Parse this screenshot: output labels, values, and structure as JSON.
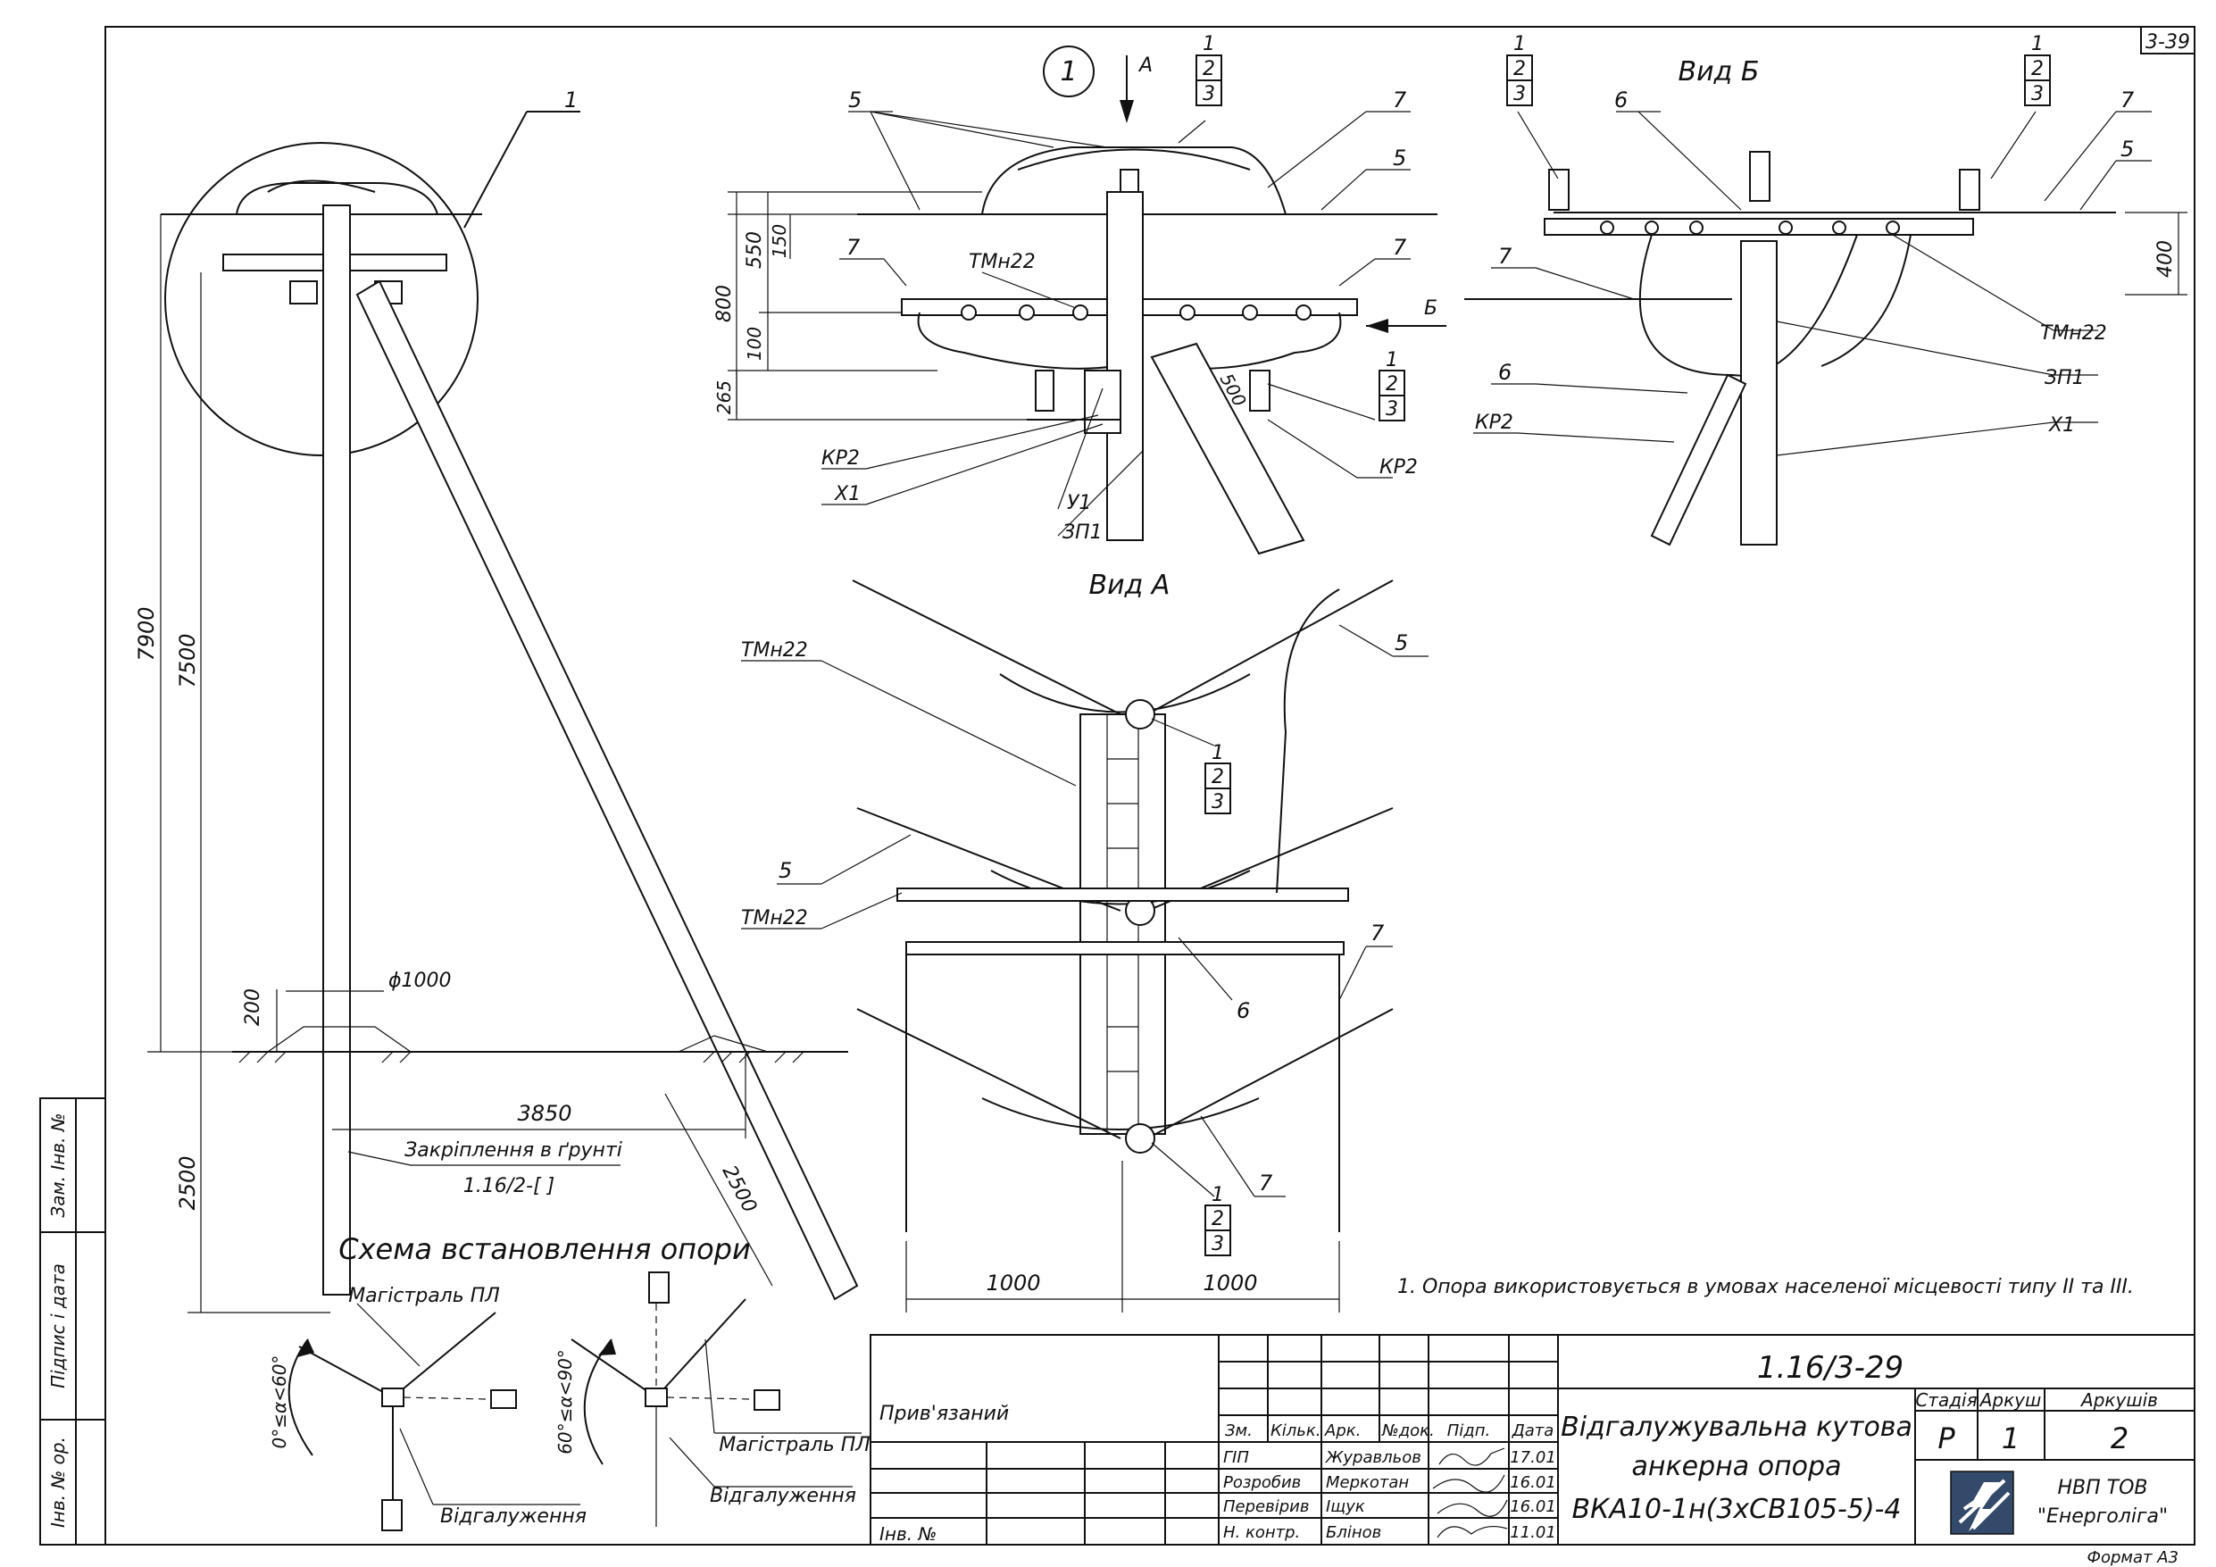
{
  "sheet_code": "3-39",
  "format_note": "Формат А3",
  "main_view": {
    "callout_number": "1",
    "dims": {
      "height_total": "7900",
      "height_top": "7500",
      "depth": "2500",
      "h200": "200",
      "diameter": "ϕ1000",
      "offset": "3850",
      "strut_len": "2500"
    },
    "ground_fix_label": "Закріплення в ґрунті",
    "ground_fix_ref": "1.16/2-[    ]"
  },
  "detail_view": {
    "circle_label": "1",
    "arrow_label": "A",
    "arrow_b": "Б",
    "dims": {
      "d800": "800",
      "d550": "550",
      "d150": "150",
      "d100": "100",
      "d265": "265",
      "d500": "500"
    },
    "labels": {
      "l5": "5",
      "l7a": "7",
      "l7b": "7",
      "l7c": "7",
      "l5b": "5",
      "tmn": "ТМн22",
      "kr2a": "КР2",
      "x1": "Х1",
      "u1": "У1",
      "zp1": "ЗП1",
      "kr2b": "КР2",
      "s1": "1",
      "s2": "2",
      "s3": "3",
      "t1": "1",
      "t2": "2",
      "t3": "3"
    }
  },
  "view_b": {
    "title": "Вид Б",
    "dims": {
      "d400": "400"
    },
    "labels": {
      "a1": "1",
      "a2": "2",
      "a3": "3",
      "b1": "1",
      "b2": "2",
      "b3": "3",
      "l6a": "6",
      "l7a": "7",
      "l5": "5",
      "l7b": "7",
      "l6b": "6",
      "kr2": "КР2",
      "tmn": "ТМн22",
      "zp1": "ЗП1",
      "x1": "Х1"
    }
  },
  "view_a": {
    "title": "Вид А",
    "dims": {
      "w1": "1000",
      "w2": "1000"
    },
    "labels": {
      "tmn1": "ТМн22",
      "l5a": "5",
      "l5b": "5",
      "tmn2": "ТМн22",
      "l6": "6",
      "l7a": "7",
      "l7b": "7",
      "a1": "1",
      "a2": "2",
      "a3": "3",
      "b1": "1",
      "b2": "2",
      "b3": "3"
    }
  },
  "scheme": {
    "title": "Схема встановлення опори",
    "main1": "Магістраль ПЛ",
    "main2": "Магістраль ПЛ",
    "branch1": "Відгалуження",
    "branch2": "Відгалуження",
    "angle1": "0°≤α<60°",
    "angle2": "60°≤α<90°"
  },
  "note": "1. Опора використовується в умовах населеної місцевості типу ІІ та ІІІ.",
  "side_stamp": {
    "f1": "Зам. Інв. №",
    "f2": "Підпис і дата",
    "f3": "Інв. № ор."
  },
  "title_block": {
    "linked": "Прив'язаний",
    "inv": "Інв. №",
    "code": "1.16/3-29",
    "title_l1": "Відгалужувальна кутова",
    "title_l2": "анкерна опора",
    "title_l3": "ВКА10-1н(3хСВ105-5)-4",
    "headers": {
      "zm": "Зм.",
      "kilk": "Кільк.",
      "ark": "Арк.",
      "ndoc": "№док.",
      "pidp": "Підп.",
      "data": "Дата"
    },
    "rows": [
      {
        "role": "ГІП",
        "name": "Журавльов",
        "date": "17.01"
      },
      {
        "role": "Розробив",
        "name": "Меркотан",
        "date": "16.01"
      },
      {
        "role": "Перевірив",
        "name": "Іщук",
        "date": "16.01"
      },
      {
        "role": "Н. контр.",
        "name": "Блінов",
        "date": "11.01"
      }
    ],
    "stage_label": "Стадія",
    "sheet_label": "Аркуш",
    "sheets_label": "Аркушів",
    "stage": "Р",
    "sheet": "1",
    "sheets": "2",
    "company_l1": "НВП ТОВ",
    "company_l2": "\"Енерголіга\""
  }
}
